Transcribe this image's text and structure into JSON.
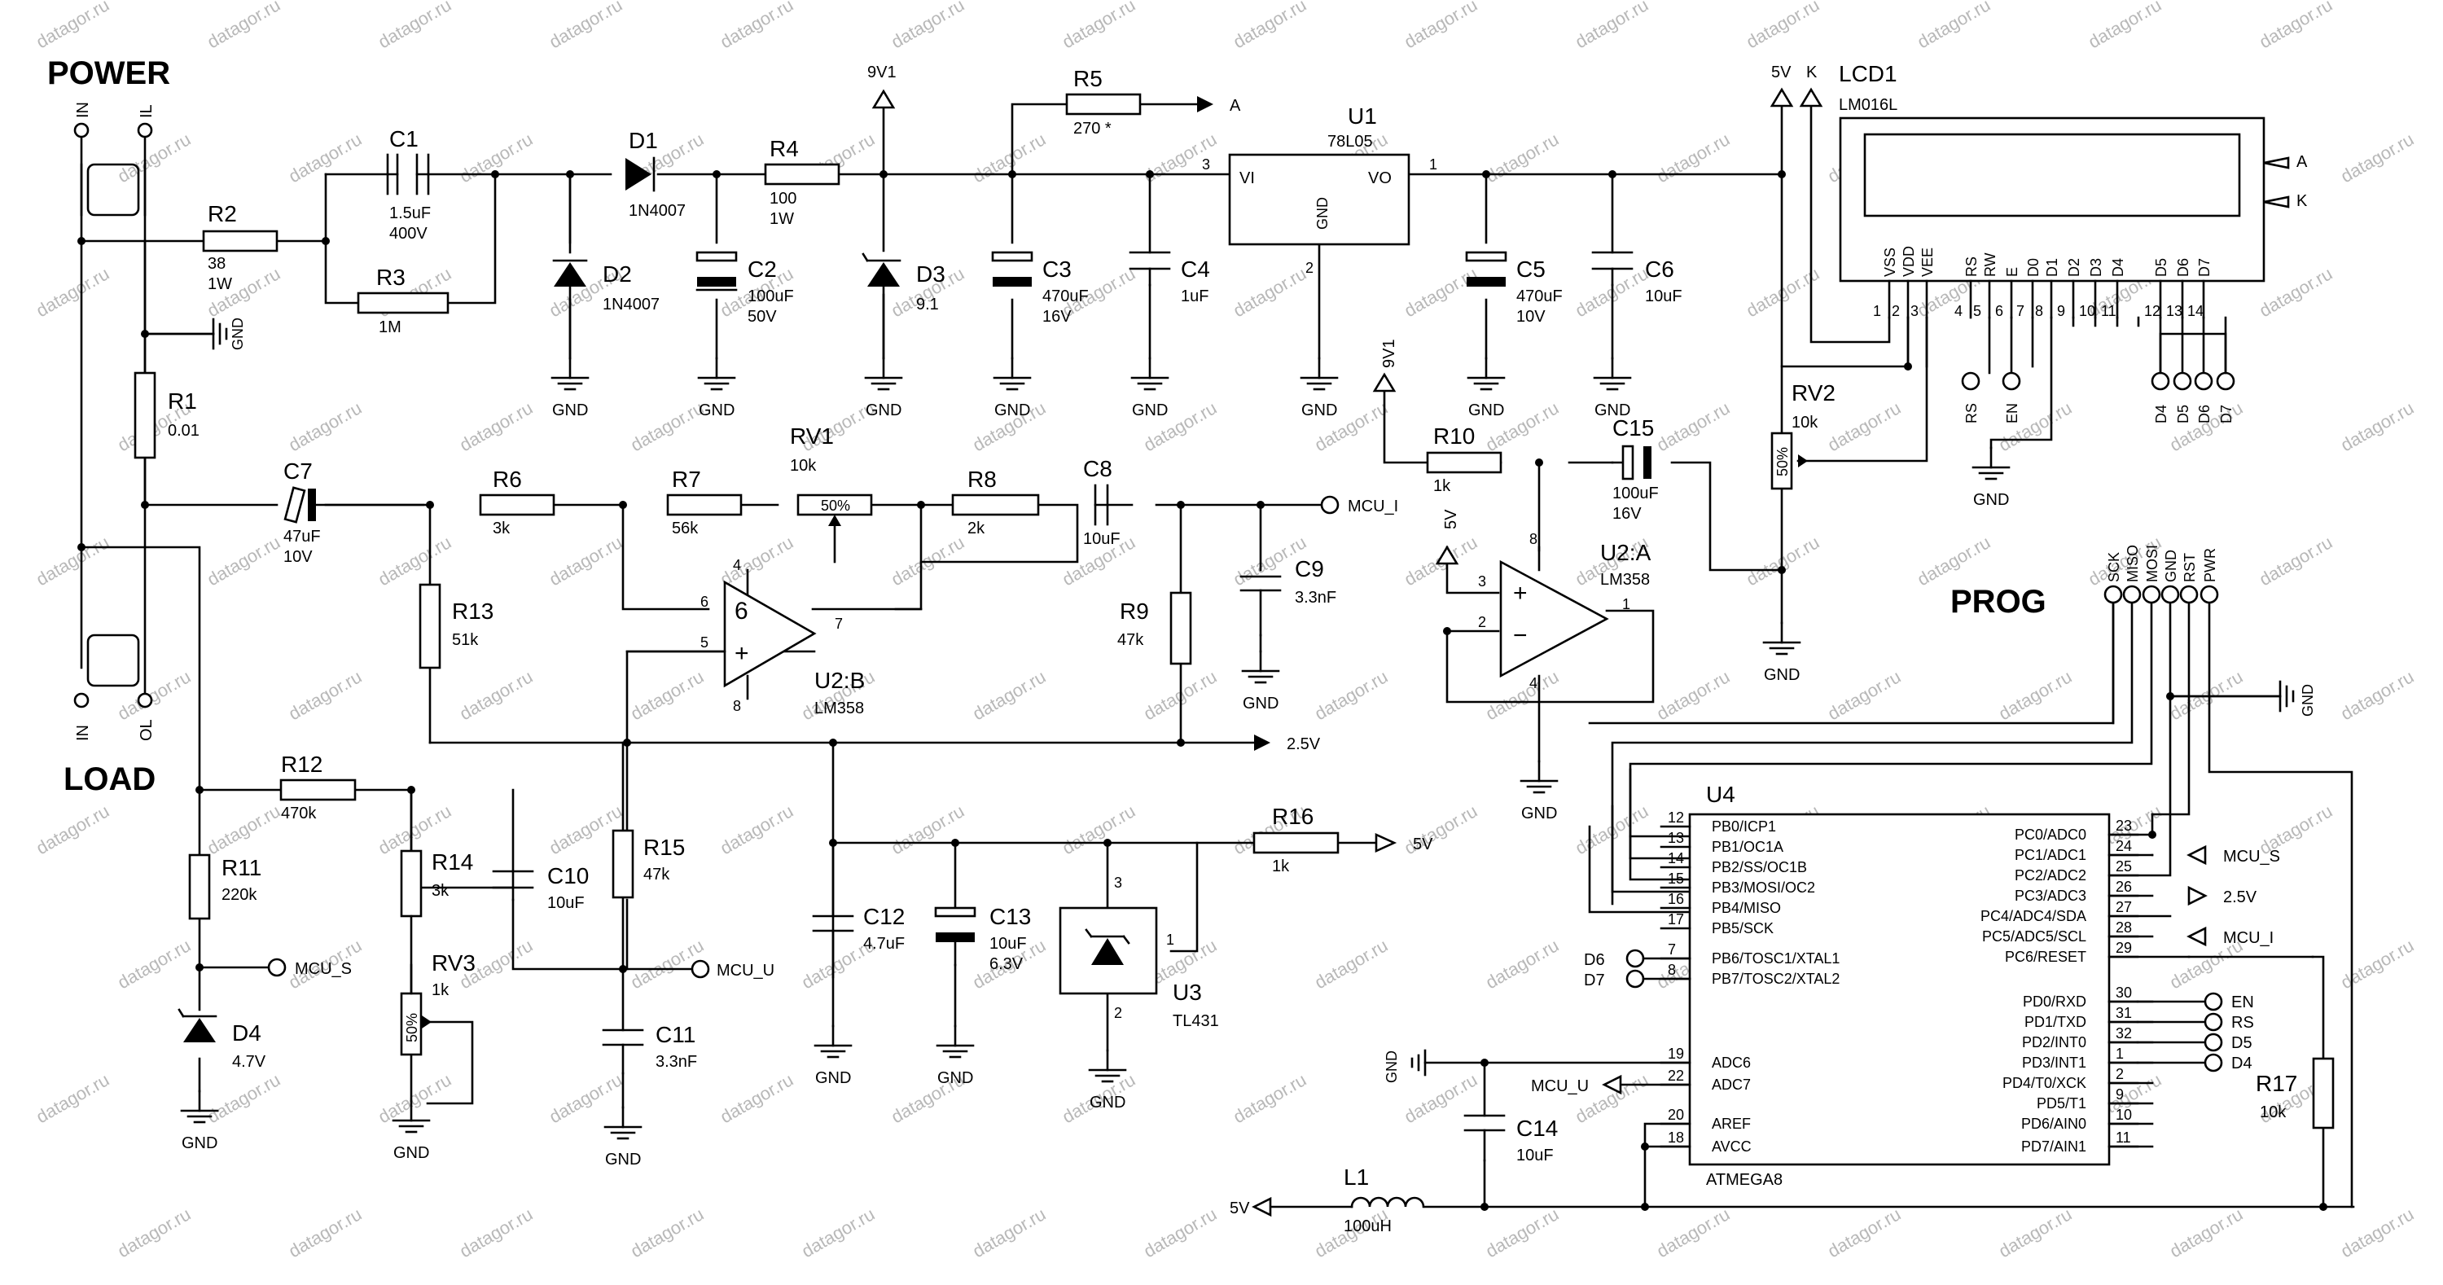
{
  "watermark": "datagor.ru",
  "headings": {
    "power": "POWER",
    "load": "LOAD",
    "prog": "PROG"
  },
  "ports": {
    "in_top": "IN",
    "il_top": "IL",
    "in_bottom": "IN",
    "ol_bottom": "OL"
  },
  "nets": {
    "gnd": "GND",
    "v9": "9V1",
    "v5": "5V",
    "v25": "2.5V",
    "a": "A",
    "k": "K",
    "mcu_i": "MCU_I",
    "mcu_s": "MCU_S",
    "mcu_u": "MCU_U"
  },
  "components": {
    "c1": {
      "ref": "C1",
      "val": "1.5uF",
      "val2": "400V"
    },
    "r2": {
      "ref": "R2",
      "val": "38",
      "val2": "1W"
    },
    "r3": {
      "ref": "R3",
      "val": "1M"
    },
    "d1": {
      "ref": "D1",
      "val": "1N4007"
    },
    "d2": {
      "ref": "D2",
      "val": "1N4007"
    },
    "r4": {
      "ref": "R4",
      "val": "100",
      "val2": "1W"
    },
    "c2": {
      "ref": "C2",
      "val": "100uF",
      "val2": "50V"
    },
    "d3": {
      "ref": "D3",
      "val": "9.1"
    },
    "r5": {
      "ref": "R5",
      "val": "270 *"
    },
    "c3": {
      "ref": "C3",
      "val": "470uF",
      "val2": "16V"
    },
    "c4": {
      "ref": "C4",
      "val": "1uF"
    },
    "u1": {
      "ref": "U1",
      "val": "78L05",
      "vi": "VI",
      "vo": "VO",
      "gnd": "GND",
      "p3": "3",
      "p1": "1",
      "p2": "2"
    },
    "c5": {
      "ref": "C5",
      "val": "470uF",
      "val2": "10V"
    },
    "c6": {
      "ref": "C6",
      "val": "10uF"
    },
    "r1": {
      "ref": "R1",
      "val": "0.01"
    },
    "c7": {
      "ref": "C7",
      "val": "47uF",
      "val2": "10V"
    },
    "r6": {
      "ref": "R6",
      "val": "3k"
    },
    "r7": {
      "ref": "R7",
      "val": "56k"
    },
    "rv1": {
      "ref": "RV1",
      "val": "10k",
      "pct": "50%"
    },
    "r8": {
      "ref": "R8",
      "val": "2k"
    },
    "c8": {
      "ref": "C8",
      "val": "10uF"
    },
    "c9": {
      "ref": "C9",
      "val": "3.3nF"
    },
    "r9": {
      "ref": "R9",
      "val": "47k"
    },
    "r13": {
      "ref": "R13",
      "val": "51k"
    },
    "u2b": {
      "ref": "U2:B",
      "val": "LM358",
      "p4": "4",
      "p5": "5",
      "p6": "6",
      "p7": "7",
      "p8": "8"
    },
    "r10": {
      "ref": "R10",
      "val": "1k"
    },
    "c15": {
      "ref": "C15",
      "val": "100uF",
      "val2": "16V"
    },
    "u2a": {
      "ref": "U2:A",
      "val": "LM358",
      "p1": "1",
      "p2": "2",
      "p3": "3",
      "p4": "4",
      "p8": "8"
    },
    "rv2": {
      "ref": "RV2",
      "val": "10k",
      "pct": "50%"
    },
    "r12": {
      "ref": "R12",
      "val": "470k"
    },
    "r11": {
      "ref": "R11",
      "val": "220k"
    },
    "d4": {
      "ref": "D4",
      "val": "4.7V"
    },
    "r14": {
      "ref": "R14",
      "val": "3k"
    },
    "rv3": {
      "ref": "RV3",
      "val": "1k",
      "pct": "50%"
    },
    "c10": {
      "ref": "C10",
      "val": "10uF"
    },
    "r15": {
      "ref": "R15",
      "val": "47k"
    },
    "c11": {
      "ref": "C11",
      "val": "3.3nF"
    },
    "c12": {
      "ref": "C12",
      "val": "4.7uF"
    },
    "c13": {
      "ref": "C13",
      "val": "10uF",
      "val2": "6.3V"
    },
    "u3": {
      "ref": "U3",
      "val": "TL431",
      "p1": "1",
      "p2": "2",
      "p3": "3"
    },
    "r16": {
      "ref": "R16",
      "val": "1k"
    },
    "c14": {
      "ref": "C14",
      "val": "10uF"
    },
    "l1": {
      "ref": "L1",
      "val": "100uH"
    },
    "r17": {
      "ref": "R17",
      "val": "10k"
    }
  },
  "lcd": {
    "ref": "LCD1",
    "model": "LM016L",
    "pins": [
      "VSS",
      "VDD",
      "VEE",
      "RS",
      "RW",
      "E",
      "D0",
      "D1",
      "D2",
      "D3",
      "D4",
      "D5",
      "D6",
      "D7"
    ],
    "nums": [
      "1",
      "2",
      "3",
      "4",
      "5",
      "6",
      "7",
      "8",
      "9",
      "10",
      "11",
      "12",
      "13",
      "14"
    ],
    "bottom_labels": [
      "RS",
      "EN",
      "D4",
      "D5",
      "D6",
      "D7"
    ]
  },
  "prog_pins": [
    "SCK",
    "MISO",
    "MOSI",
    "GND",
    "RST",
    "PWR"
  ],
  "mcu": {
    "ref": "U4",
    "model": "ATMEGA8",
    "left": [
      {
        "num": "12",
        "name": "PB0/ICP1"
      },
      {
        "num": "13",
        "name": "PB1/OC1A"
      },
      {
        "num": "14",
        "name": "PB2/SS/OC1B"
      },
      {
        "num": "15",
        "name": "PB3/MOSI/OC2"
      },
      {
        "num": "16",
        "name": "PB4/MISO"
      },
      {
        "num": "17",
        "name": "PB5/SCK"
      },
      {
        "num": "7",
        "name": "PB6/TOSC1/XTAL1"
      },
      {
        "num": "8",
        "name": "PB7/TOSC2/XTAL2"
      },
      {
        "num": "19",
        "name": "ADC6"
      },
      {
        "num": "22",
        "name": "ADC7"
      },
      {
        "num": "20",
        "name": "AREF"
      },
      {
        "num": "18",
        "name": "AVCC"
      }
    ],
    "right": [
      {
        "num": "23",
        "name": "PC0/ADC0"
      },
      {
        "num": "24",
        "name": "PC1/ADC1"
      },
      {
        "num": "25",
        "name": "PC2/ADC2"
      },
      {
        "num": "26",
        "name": "PC3/ADC3"
      },
      {
        "num": "27",
        "name": "PC4/ADC4/SDA"
      },
      {
        "num": "28",
        "name": "PC5/ADC5/SCL"
      },
      {
        "num": "29",
        "name": "PC6/RESET"
      },
      {
        "num": "30",
        "name": "PD0/RXD"
      },
      {
        "num": "31",
        "name": "PD1/TXD"
      },
      {
        "num": "32",
        "name": "PD2/INT0"
      },
      {
        "num": "1",
        "name": "PD3/INT1"
      },
      {
        "num": "2",
        "name": "PD4/T0/XCK"
      },
      {
        "num": "9",
        "name": "PD5/T1"
      },
      {
        "num": "10",
        "name": "PD6/AIN0"
      },
      {
        "num": "11",
        "name": "PD7/AIN1"
      }
    ],
    "left_ext": [
      "D6",
      "D7"
    ],
    "right_ext": [
      "EN",
      "RS",
      "D5",
      "D4"
    ],
    "right_in": [
      "MCU_S",
      "2.5V",
      "MCU_I"
    ]
  }
}
